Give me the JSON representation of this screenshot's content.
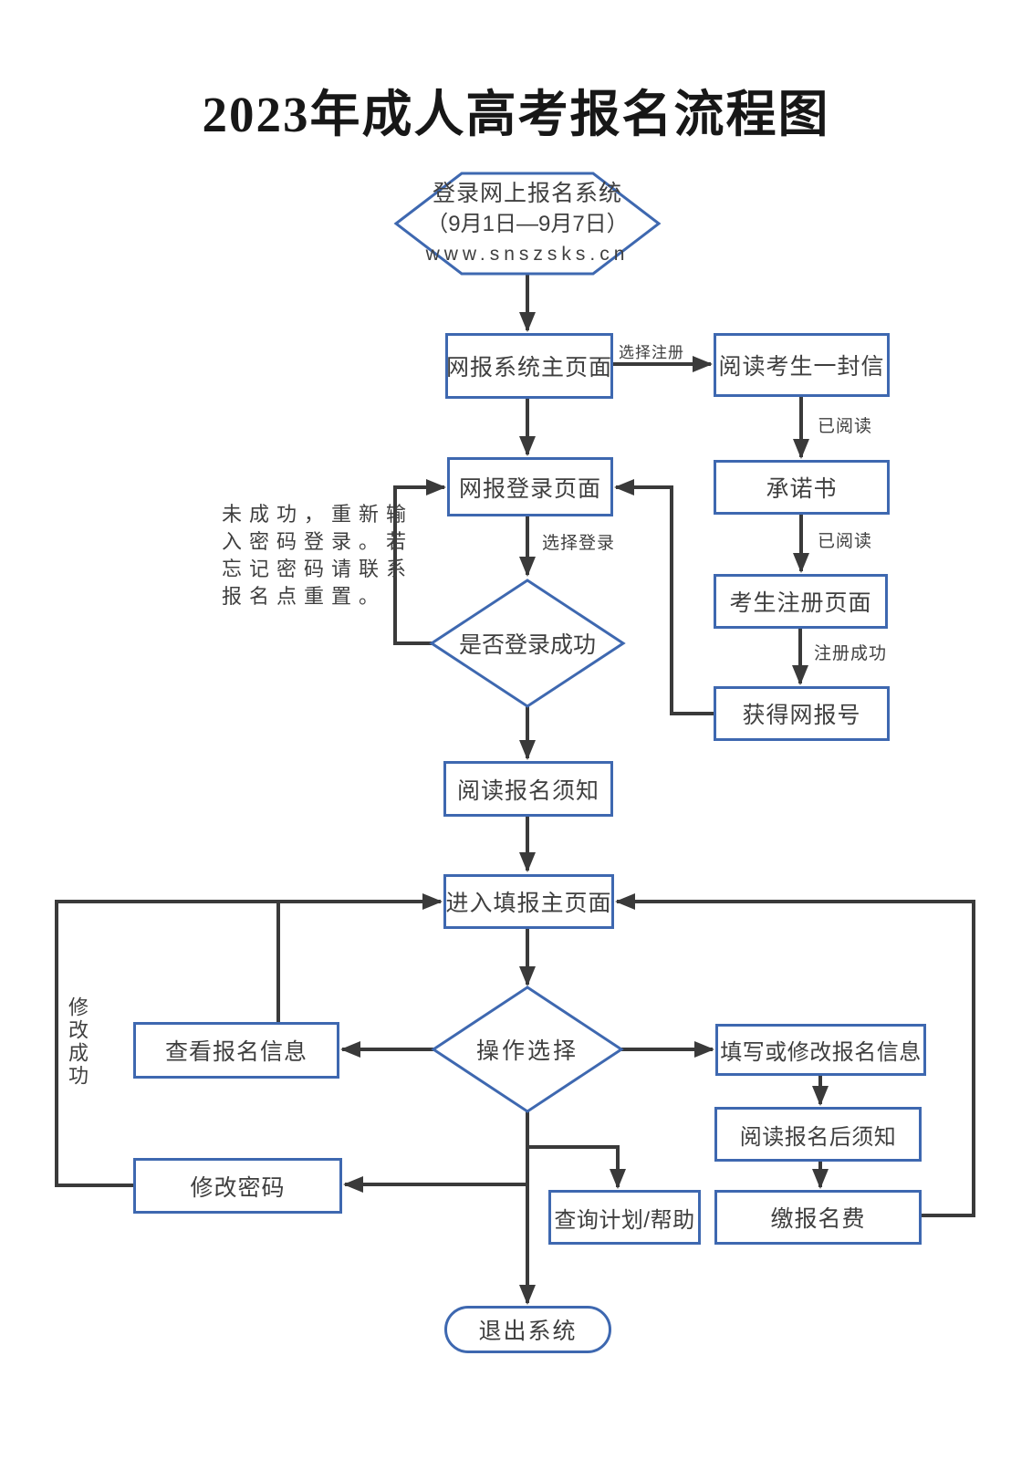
{
  "title": "2023年成人高考报名流程图",
  "colors": {
    "box_border_blue": "#3E68B0",
    "line_dark": "#3a3a3a",
    "text_dark": "#3f3f3f"
  },
  "nodes": {
    "login_portal_line1": "登录网上报名系统",
    "login_portal_line2": "（9月1日—9月7日）",
    "login_portal_line3": "www.snszsks.cn",
    "web_main_page": "网报系统主页面",
    "read_candidate_letter": "阅读考生一封信",
    "commitment_letter": "承诺书",
    "candidate_register_page": "考生注册页面",
    "obtain_web_id": "获得网报号",
    "web_login_page": "网报登录页面",
    "login_success_decision": "是否登录成功",
    "read_signup_notice": "阅读报名须知",
    "enter_fill_main_page": "进入填报主页面",
    "operation_select_decision": "操作选择",
    "view_signup_info": "查看报名信息",
    "modify_password": "修改密码",
    "query_plan_help": "查询计划/帮助",
    "fill_or_modify_info": "填写或修改报名信息",
    "read_post_signup_notice": "阅读报名后须知",
    "pay_signup_fee": "缴报名费",
    "exit_system": "退出系统"
  },
  "edge_labels": {
    "choose_register": "选择注册",
    "read_done_1": "已阅读",
    "read_done_2": "已阅读",
    "register_success": "注册成功",
    "choose_login": "选择登录",
    "modify_success": "修改成功"
  },
  "annotations": {
    "login_retry_note_lines": [
      "未成功，重新输",
      "入密码登录。若",
      "忘记密码请联系",
      "报名点重置。"
    ]
  }
}
